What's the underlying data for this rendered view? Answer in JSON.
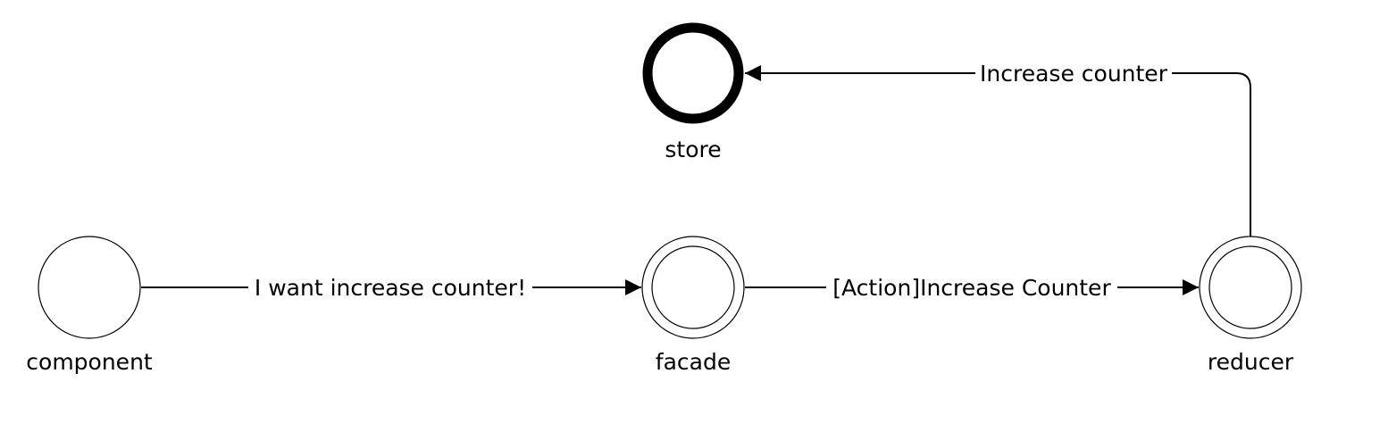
{
  "diagram": {
    "nodes": {
      "component": {
        "label": "component",
        "kind": "start-event"
      },
      "facade": {
        "label": "facade",
        "kind": "intermediate-event"
      },
      "reducer": {
        "label": "reducer",
        "kind": "intermediate-event"
      },
      "store": {
        "label": "store",
        "kind": "end-event"
      }
    },
    "edges": [
      {
        "from": "component",
        "to": "facade",
        "label": "I want increase counter!"
      },
      {
        "from": "facade",
        "to": "reducer",
        "label": "[Action]Increase Counter"
      },
      {
        "from": "reducer",
        "to": "store",
        "label": "Increase counter"
      }
    ],
    "colors": {
      "stroke": "#000000",
      "background": "#ffffff"
    }
  }
}
